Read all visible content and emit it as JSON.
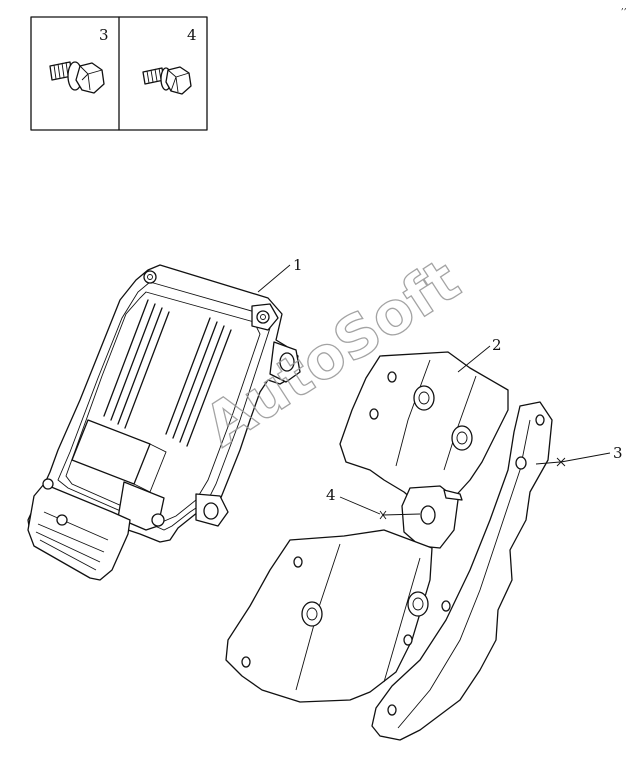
{
  "watermark": "AutoSoft",
  "legend": {
    "cells": [
      {
        "number": "3",
        "icon": "flange-bolt-icon"
      },
      {
        "number": "4",
        "icon": "hex-bolt-icon"
      }
    ]
  },
  "callouts": [
    {
      "number": "1",
      "part": "control-module"
    },
    {
      "number": "2",
      "part": "mounting-bracket"
    },
    {
      "number": "3",
      "part": "flange-bolt"
    },
    {
      "number": "4",
      "part": "hex-bolt"
    }
  ]
}
